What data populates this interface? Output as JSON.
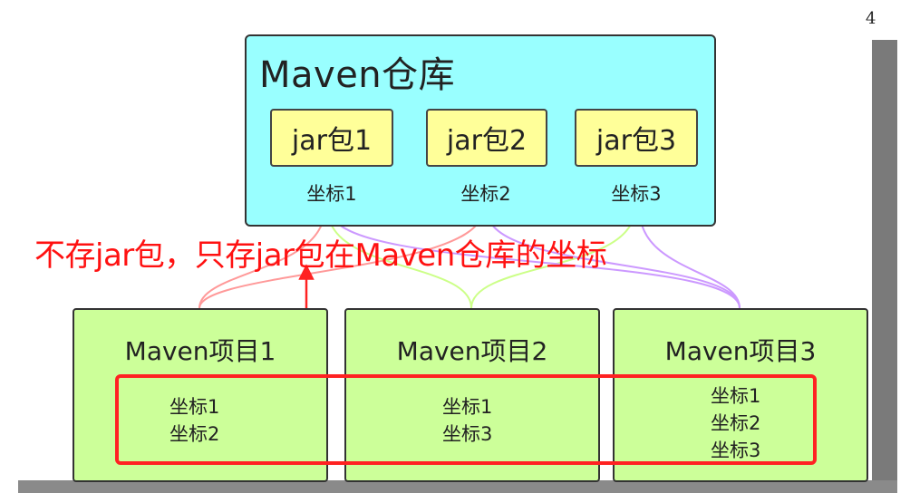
{
  "page_number": "4",
  "repository": {
    "title": "Maven仓库",
    "jars": [
      {
        "label": "jar包1",
        "coordinate": "坐标1"
      },
      {
        "label": "jar包2",
        "coordinate": "坐标2"
      },
      {
        "label": "jar包3",
        "coordinate": "坐标3"
      }
    ]
  },
  "projects": [
    {
      "title": "Maven项目1",
      "coordinates": [
        "坐标1",
        "坐标2"
      ]
    },
    {
      "title": "Maven项目2",
      "coordinates": [
        "坐标1",
        "坐标3"
      ]
    },
    {
      "title": "Maven项目3",
      "coordinates": [
        "坐标1",
        "坐标2",
        "坐标3"
      ]
    }
  ],
  "annotation": "不存jar包，只存jar包在Maven仓库的坐标",
  "colors": {
    "repo_fill": "#99ffff",
    "jar_fill": "#ffff99",
    "project_fill": "#ccff99",
    "annotation": "#ff1111",
    "arrow_project1": "#ff9999",
    "arrow_project2": "#ccff88",
    "arrow_project3": "#cc99ff"
  }
}
